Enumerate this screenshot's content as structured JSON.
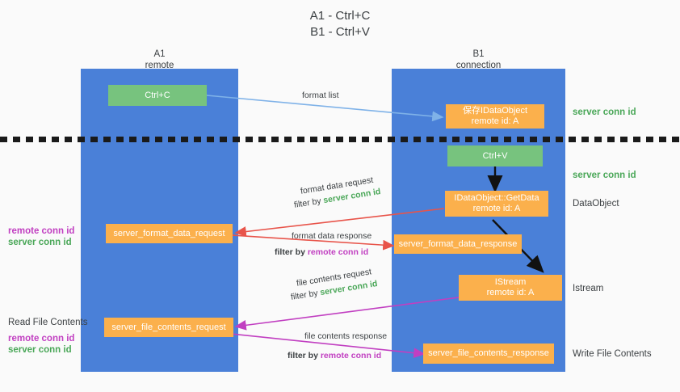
{
  "title": {
    "line1": "A1 - Ctrl+C",
    "line2": "B1 - Ctrl+V"
  },
  "lanes": [
    {
      "name": "A1",
      "sub": "remote"
    },
    {
      "name": "B1",
      "sub": "connection"
    }
  ],
  "nodes": {
    "ctrl_c": {
      "line1": "Ctrl+C",
      "line2": ""
    },
    "save_dataobject": {
      "line1": "保存IDataObject",
      "line2": "remote id: A"
    },
    "ctrl_v": {
      "line1": "Ctrl+V",
      "line2": ""
    },
    "getdata": {
      "line1": "IDataObject::GetData",
      "line2": "remote id: A"
    },
    "fmt_req": {
      "line1": "server_format_data_request",
      "line2": ""
    },
    "fmt_resp": {
      "line1": "server_format_data_response",
      "line2": ""
    },
    "istream": {
      "line1": "IStream",
      "line2": "remote id: A"
    },
    "file_req": {
      "line1": "server_file_contents_request",
      "line2": ""
    },
    "file_resp": {
      "line1": "server_file_contents_response",
      "line2": ""
    }
  },
  "side_labels": {
    "server_conn_id_top": "server conn id",
    "server_conn_id_mid": "server conn id",
    "dataobject": "DataObject",
    "istream": "Istream",
    "write_file_contents": "Write File Contents",
    "read_file_contents": "Read File Contents",
    "remote_conn_id_1": "remote conn id",
    "server_conn_id_1": "server conn id",
    "remote_conn_id_2": "remote conn id",
    "server_conn_id_2": "server conn id"
  },
  "edge_captions": {
    "format_list": "format list",
    "format_data_request": "format data request",
    "format_data_request_filter_prefix": "filter by ",
    "format_data_request_filter_value": "server conn id",
    "format_data_response": "format data response",
    "format_data_response_filter_prefix": "filter by ",
    "format_data_response_filter_value": "remote conn id",
    "file_contents_request": "file contents request",
    "file_contents_request_filter_prefix": "filter by ",
    "file_contents_request_filter_value": "server conn id",
    "file_contents_response": "file contents response",
    "file_contents_response_filter_prefix": "filter by ",
    "file_contents_response_filter_value": "remote conn id"
  },
  "colors": {
    "lane": "#4a80d8",
    "green": "#77c37e",
    "orange": "#fbb04c",
    "conn_green": "#4aa758",
    "conn_magenta": "#c13fc1",
    "arrow_light_blue": "#7fb2e8",
    "arrow_red": "#e8544a",
    "arrow_magenta": "#c13fc1",
    "arrow_black": "#111111",
    "background": "#fafafa"
  }
}
